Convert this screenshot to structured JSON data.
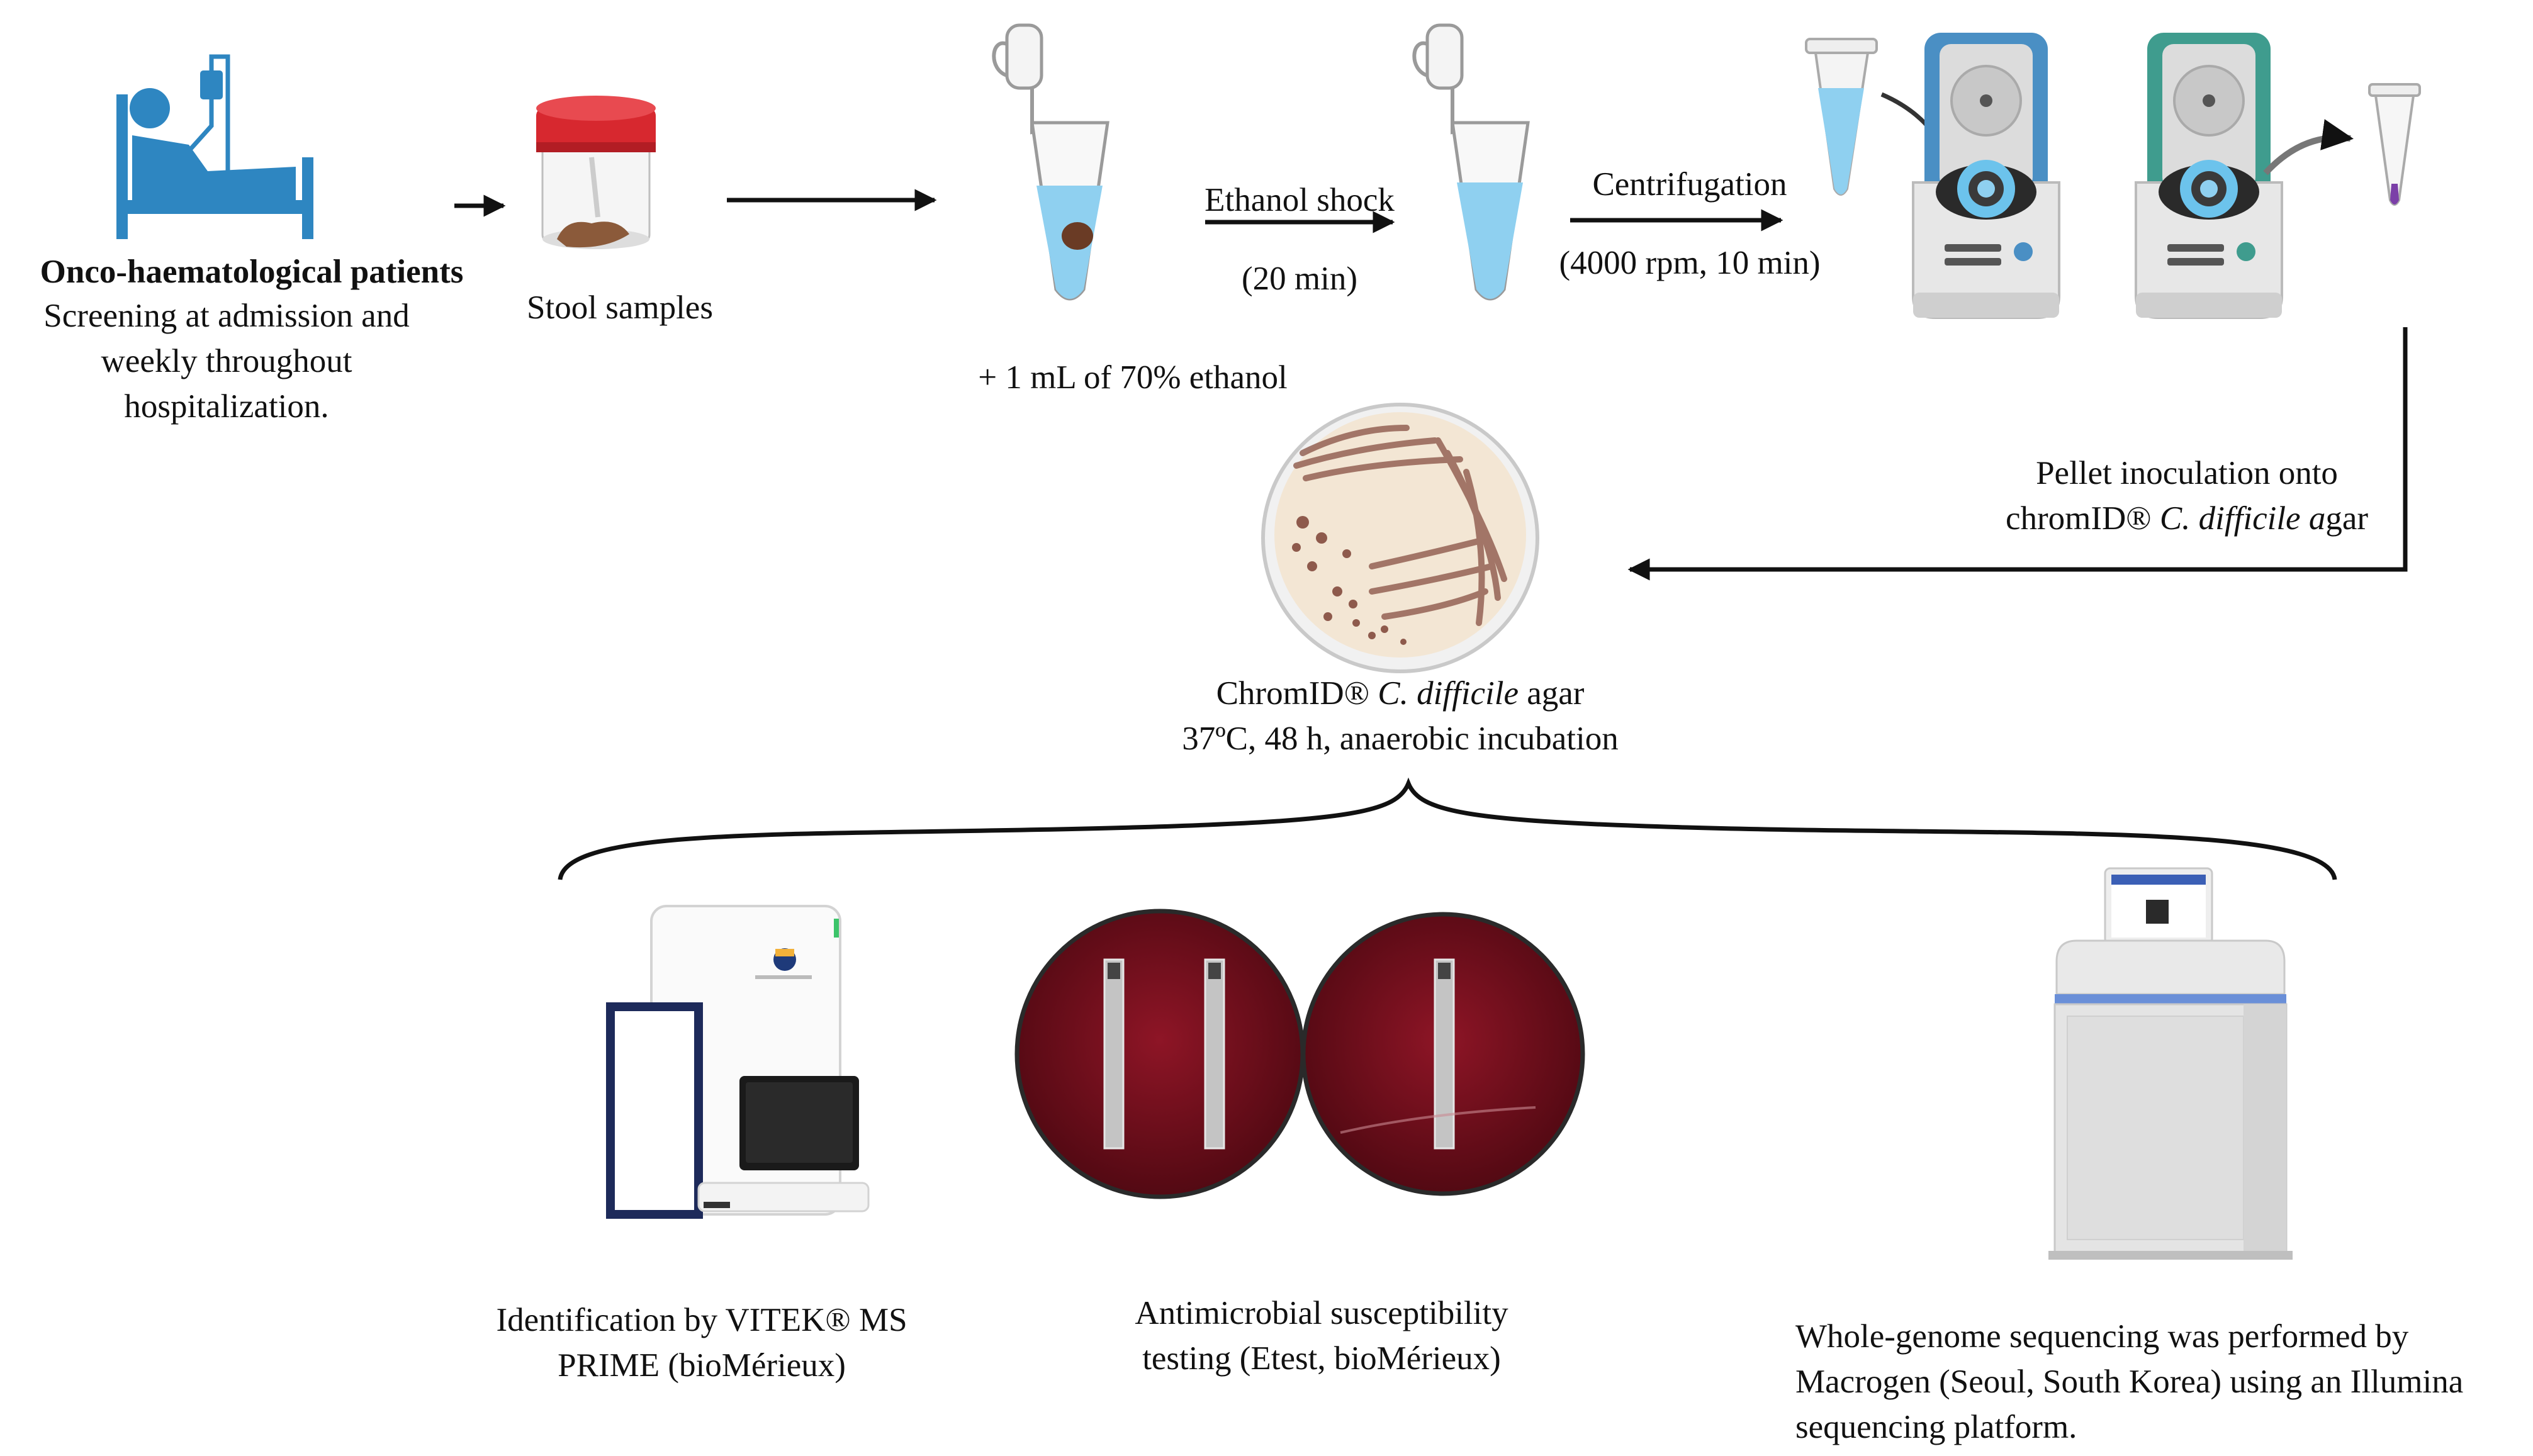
{
  "patients": {
    "title": "Onco-haematological patients",
    "line1": "Screening at admission and",
    "line2": "weekly throughout",
    "line3": "hospitalization."
  },
  "stool": {
    "label": "Stool samples"
  },
  "ethanol_add": {
    "label": "+ 1 mL of 70% ethanol"
  },
  "ethanol_shock": {
    "label": "Ethanol shock",
    "duration": "(20 min)"
  },
  "centrifugation": {
    "label": "Centrifugation",
    "params": "(4000 rpm, 10 min)"
  },
  "pellet": {
    "line1": "Pellet inoculation onto",
    "line2_pre": "chromID® ",
    "line2_italic": "C. difficile a",
    "line2_post": "gar"
  },
  "agar": {
    "line1_pre": "ChromID® ",
    "line1_italic": "C. difficile",
    "line1_post": " agar",
    "line2": "37ºC, 48 h, anaerobic incubation"
  },
  "identification": {
    "line1": "Identification by VITEK® MS",
    "line2": "PRIME (bioMérieux)"
  },
  "ast": {
    "line1": "Antimicrobial susceptibility",
    "line2": "testing (Etest, bioMérieux)"
  },
  "wgs": {
    "line1": "Whole-genome sequencing was performed by",
    "line2": "Macrogen (Seoul, South Korea) using an Illumina",
    "line3": "sequencing platform."
  },
  "colors": {
    "bed_blue": "#2e86c1",
    "lid_red": "#d7282f",
    "liquid": "#8fd0f0",
    "agar_beige": "#f3e6d4",
    "colony_brown": "#8e5a4c",
    "blood_agar": "#7a0f1d",
    "centrifuge_blue": "#4a8fc4",
    "centrifuge_teal": "#3f9c8e",
    "sequencer_band": "#6a8fd8"
  }
}
